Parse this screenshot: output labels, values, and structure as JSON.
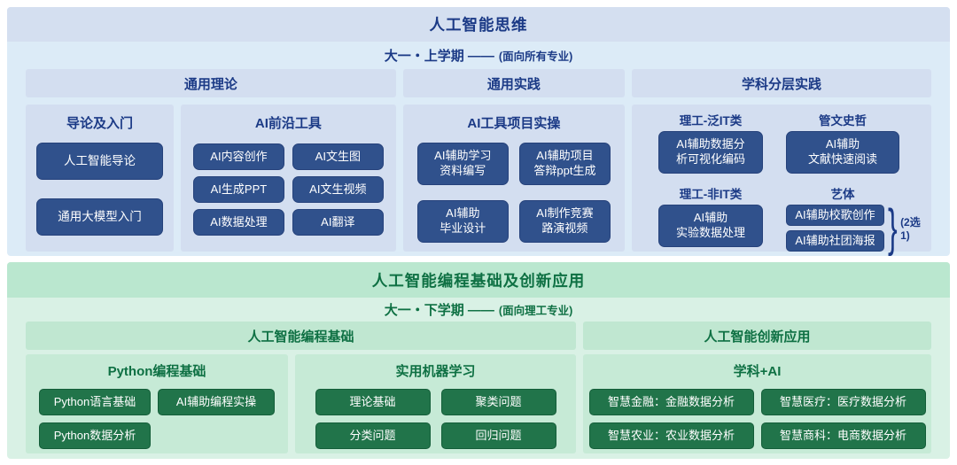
{
  "palette": {
    "top_bg": "#dcebf7",
    "top_bar": "#d4dff0",
    "top_panel": "#d3def0",
    "top_button": "#30518c",
    "top_text": "#1b3a86",
    "bottom_bg": "#d9f1e5",
    "bottom_bar": "#bae7cf",
    "bottom_panel": "#c6ead6",
    "bottom_button": "#21744a",
    "bottom_text": "#0e7043"
  },
  "s1": {
    "title": "人工智能思维",
    "sub_main": "大一・上学期 ——",
    "sub_note": "(面向所有专业)",
    "col1": {
      "header": "通用理论",
      "intro": {
        "heading": "导论及入门",
        "b1": "人工智能导论",
        "b2": "通用大模型入门"
      },
      "tools": {
        "heading": "AI前沿工具",
        "b1": "AI内容创作",
        "b2": "AI文生图",
        "b3": "AI生成PPT",
        "b4": "AI文生视频",
        "b5": "AI数据处理",
        "b6": "AI翻译"
      }
    },
    "col2": {
      "header": "通用实践",
      "ops": {
        "heading": "AI工具项目实操",
        "b1": "AI辅助学习\n资料编写",
        "b2": "AI辅助项目\n答辩ppt生成",
        "b3": "AI辅助\n毕业设计",
        "b4": "AI制作竞赛\n路演视频"
      }
    },
    "col3": {
      "header": "学科分层实践",
      "g1": {
        "heading": "理工-泛IT类",
        "b1": "AI辅助数据分\n析可视化编码"
      },
      "g2": {
        "heading": "管文史哲",
        "b1": "AI辅助\n文献快速阅读"
      },
      "g3": {
        "heading": "理工-非IT类",
        "b1": "AI辅助\n实验数据处理"
      },
      "g4": {
        "heading": "艺体",
        "b1": "AI辅助校歌创作",
        "b2": "AI辅助社团海报",
        "note": "(2选1)"
      }
    }
  },
  "s2": {
    "title": "人工智能编程基础及创新应用",
    "sub_main": "大一・下学期 ——",
    "sub_note": "(面向理工专业)",
    "col1": {
      "header": "人工智能编程基础",
      "python": {
        "heading": "Python编程基础",
        "b1": "Python语言基础",
        "b2": "AI辅助编程实操",
        "b3": "Python数据分析"
      },
      "ml": {
        "heading": "实用机器学习",
        "b1": "理论基础",
        "b2": "聚类问题",
        "b3": "分类问题",
        "b4": "回归问题"
      }
    },
    "col2": {
      "header": "人工智能创新应用",
      "subject": {
        "heading": "学科+AI",
        "b1": "智慧金融：金融数据分析",
        "b2": "智慧医疗：医疗数据分析",
        "b3": "智慧农业：农业数据分析",
        "b4": "智慧商科：电商数据分析"
      }
    }
  }
}
